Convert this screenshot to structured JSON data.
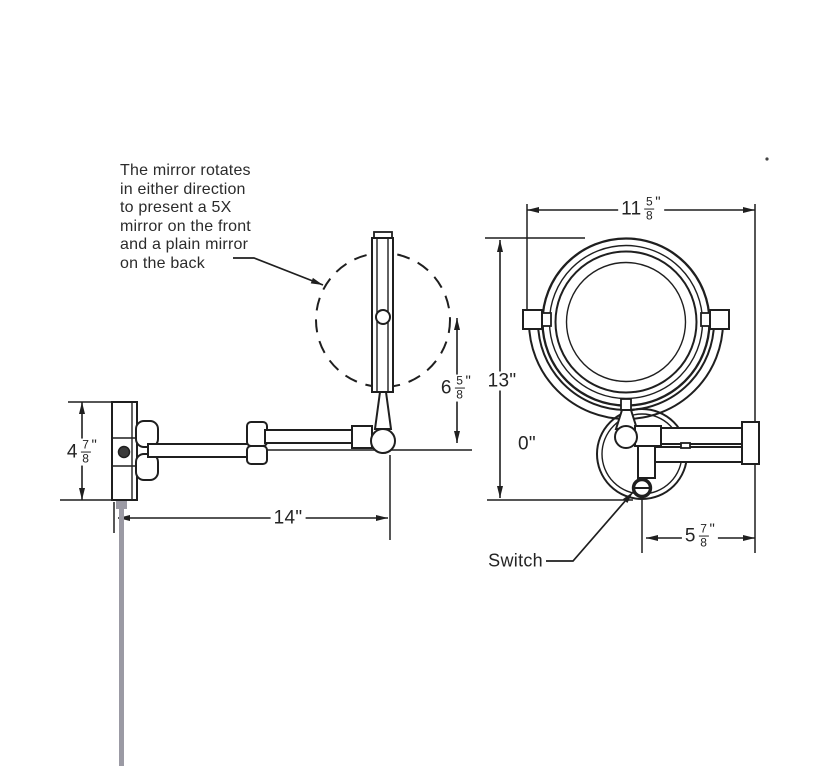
{
  "annotation": {
    "lines": [
      "The mirror rotates",
      "in either direction",
      "to present a 5X",
      "mirror on the front",
      "and a plain mirror",
      "on the back"
    ]
  },
  "dimensions": {
    "mirror_width": {
      "whole": "11",
      "num": "5",
      "den": "8",
      "unit": "\""
    },
    "overall_height": "13\"",
    "datum": "0\"",
    "pivot_height": {
      "whole": "6",
      "num": "5",
      "den": "8",
      "unit": "\""
    },
    "plate_height": {
      "whole": "4",
      "num": "7",
      "den": "8",
      "unit": "\""
    },
    "arm_reach": "14\"",
    "folded_depth": {
      "whole": "5",
      "num": "7",
      "den": "8",
      "unit": "\""
    }
  },
  "labels": {
    "switch": "Switch"
  },
  "colors": {
    "line": "#1f1f1f",
    "cord": "#9b9aa4",
    "background": "#ffffff"
  }
}
